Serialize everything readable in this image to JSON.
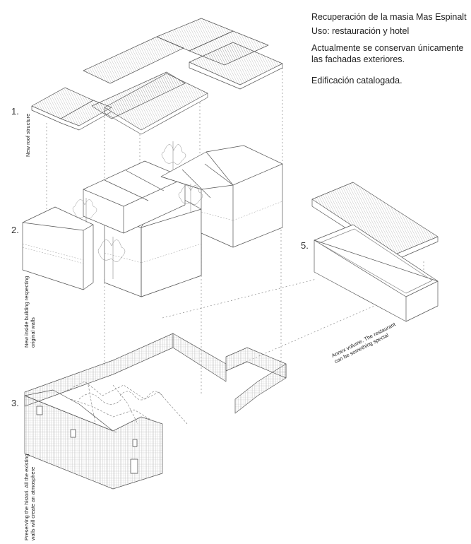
{
  "header": {
    "line1": "Recuperación de la masia Mas Espinalt",
    "line2": "Uso: restauración y hotel",
    "line3": "Actualmente  se conservan únicamente",
    "line4": "las fachadas exteriores.",
    "line5": "Edificación catalogada."
  },
  "steps": [
    {
      "number": "1.",
      "caption": [
        "New roof structure"
      ]
    },
    {
      "number": "2.",
      "caption": [
        "New inside building respecting",
        "original walls"
      ]
    },
    {
      "number": "3.",
      "caption": [
        "Preserving the histori. All the existing",
        "walls will create an atmosphere"
      ]
    },
    {
      "number": "5.",
      "caption": [
        "Annex volume. The restaurant",
        "can be something special"
      ]
    }
  ],
  "colors": {
    "line": "#555555",
    "hatch": "#8a8a8a",
    "fill": "#ffffff"
  }
}
